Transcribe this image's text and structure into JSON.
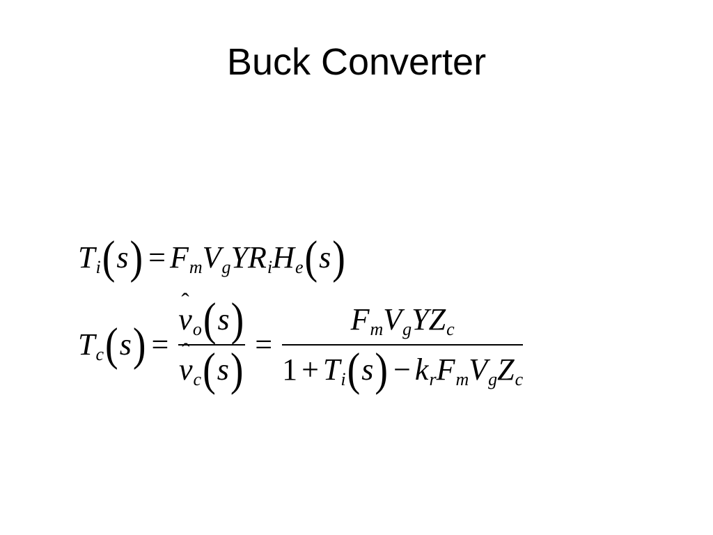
{
  "slide": {
    "title": "Buck Converter"
  },
  "glyphs": {
    "T": "T",
    "F": "F",
    "V": "V",
    "Y": "Y",
    "R": "R",
    "H": "H",
    "Z": "Z",
    "k": "k",
    "v": "v",
    "s": "s",
    "i": "i",
    "c": "c",
    "m": "m",
    "g": "g",
    "e": "e",
    "o": "o",
    "r": "r",
    "one": "1",
    "equals": "=",
    "plus": "+",
    "minus": "−",
    "lparen": "(",
    "rparen": ")"
  }
}
